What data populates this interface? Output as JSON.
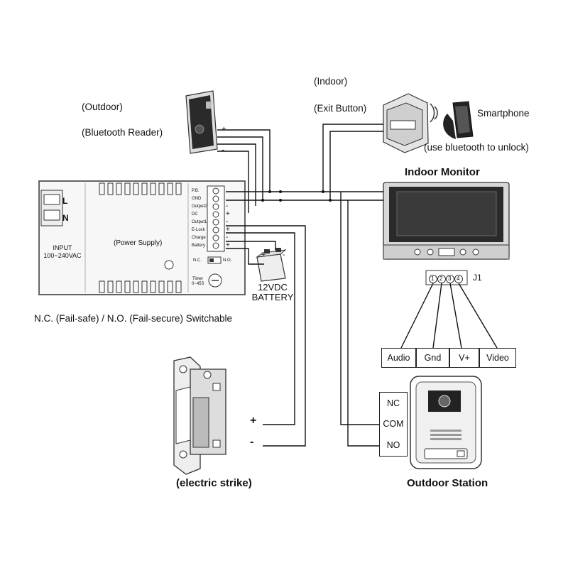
{
  "labels": {
    "outdoor": "(Outdoor)",
    "bluetooth_reader": "(Bluetooth Reader)",
    "indoor": "(Indoor)",
    "exit_button": "(Exit Button)",
    "smartphone": "Smartphone",
    "bluetooth_unlock": "(use bluetooth to unlock)",
    "indoor_monitor": "Indoor Monitor",
    "j1": "J1",
    "power_supply": "(Power Supply)",
    "input_line1": "INPUT",
    "input_line2": "100~240VAC",
    "switchable": "N.C. (Fail-safe) / N.O. (Fail-secure) Switchable",
    "battery_line1": "12VDC",
    "battery_line2": "BATTERY",
    "electric_strike": "(electric strike)",
    "outdoor_station": "Outdoor Station",
    "ac_l": "L",
    "ac_n": "N",
    "nc_switch": "N.C.",
    "no_switch": "N.O.",
    "timer_line1": "Timer",
    "timer_line2": "0~45S"
  },
  "terminals": [
    "P.B.",
    "GND",
    "Output2",
    "DC",
    "Output1",
    "E-Lock",
    "Charge",
    "Battery"
  ],
  "polarity": {
    "plus": "+",
    "minus": "-",
    "reader_plus": "+",
    "reader_minus": "-",
    "dc_minus": "-",
    "dc_plus": "+",
    "elock_minus": "-",
    "elock_plus": "+",
    "charge_minus": "-",
    "battery_plus": "+"
  },
  "j1_pins": [
    "1",
    "2",
    "3",
    "4"
  ],
  "monitor_signals": [
    "Audio",
    "Gnd",
    "V+",
    "Video"
  ],
  "relay_contacts": [
    "NC",
    "COM",
    "NO"
  ],
  "strike_signs": {
    "plus": "+",
    "minus": "-"
  },
  "colors": {
    "line": "#111111",
    "device_outline": "#333333",
    "panel": "#f4f4f4"
  }
}
